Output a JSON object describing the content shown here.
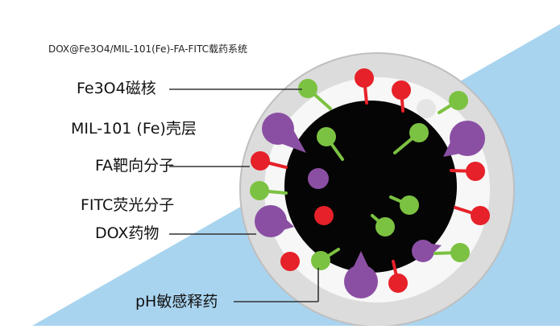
{
  "title": "DOX@Fe3O4/MIL-101(Fe)-FA-FITC载药系统",
  "labels": {
    "core": "Fe3O4磁核",
    "shell": "MIL-101 (Fe)壳层",
    "fa": "FA靶向分子",
    "fitc": "FITC荧光分子",
    "dox": "DOX药物",
    "ph": "pH敏感释药"
  },
  "colors": {
    "background_band": "#a9d4f0",
    "outer_shell": "#dcdcdc",
    "inner_shell": "#f7f7f7",
    "core": "#050505",
    "fa_molecule": "#e62129",
    "fitc_molecule": "#7cc242",
    "dox_molecule": "#8a4fa3",
    "stem_fa": "#e62129",
    "stem_fitc": "#7cc242"
  }
}
